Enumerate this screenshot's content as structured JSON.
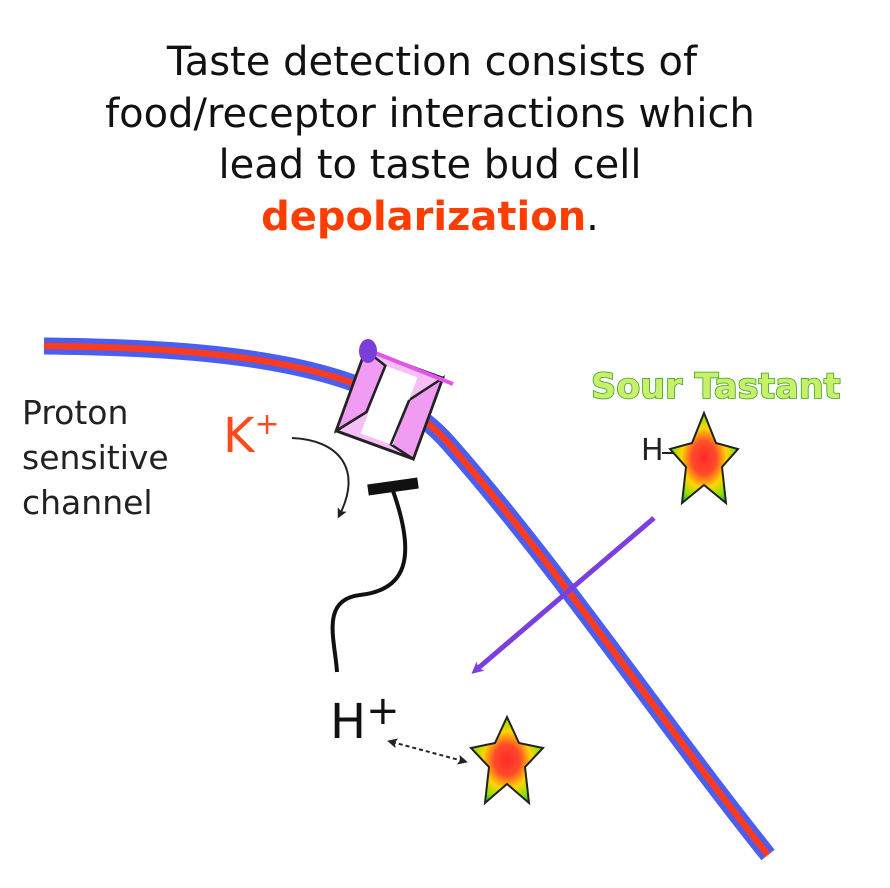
{
  "title": {
    "line1": "Taste detection consists of",
    "line2": "food/receptor interactions which",
    "line3": "lead to taste bud cell",
    "emphasis": "depolarization",
    "end_punct": "."
  },
  "labels": {
    "channel_line1": "Proton",
    "channel_line2": "sensitive",
    "channel_line3": "channel",
    "k_ion": "K",
    "k_charge": "+",
    "h_ion": "H",
    "h_charge": "+",
    "tastant": "Sour Tastant",
    "tastant_h": "H"
  },
  "colors": {
    "membrane_outer": "#4a5ef0",
    "membrane_inner": "#ff3b1f",
    "channel_fill": "#f2a6f4",
    "emphasis": "#ff3d00",
    "tastant_text": "#c8f06a",
    "tastant_outline": "#3aa020",
    "arrow": "#7b3fe0"
  },
  "icons": {
    "channel": "ion-channel-icon",
    "tastant_star": "star-icon",
    "inhibition": "inhibition-bar-icon"
  }
}
